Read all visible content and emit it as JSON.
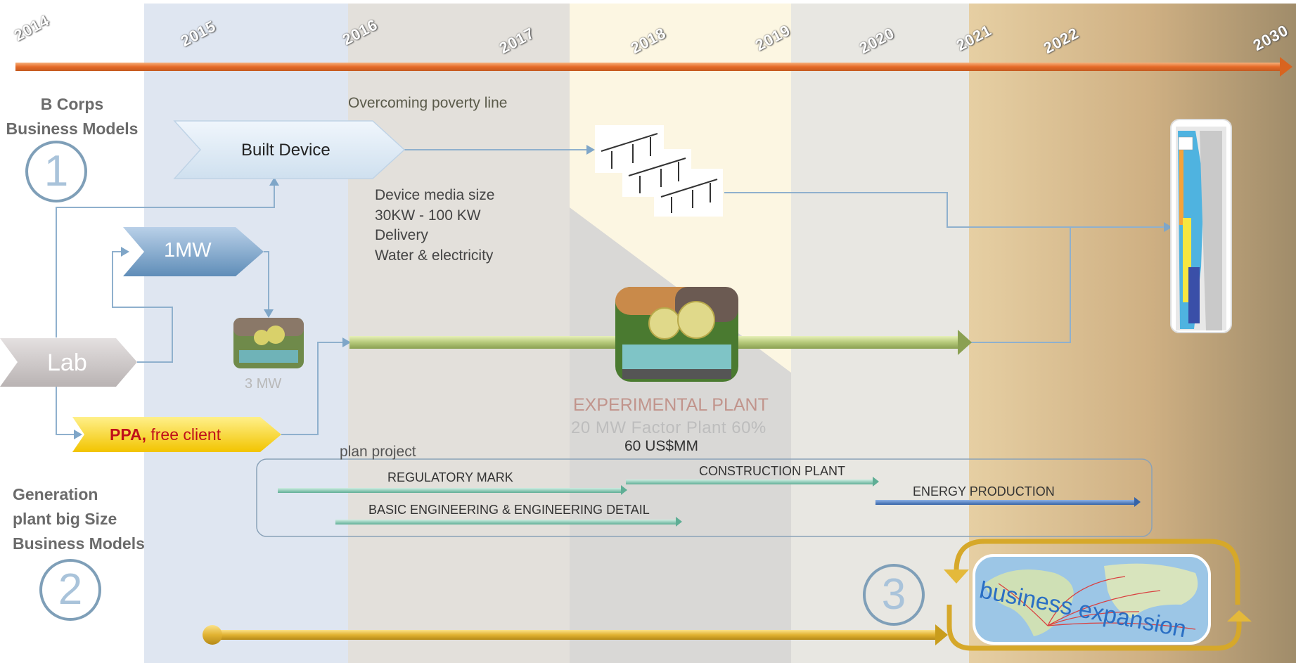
{
  "years": [
    "2014",
    "2015",
    "2016",
    "2017",
    "2018",
    "2019",
    "2020",
    "2021",
    "2022",
    "2030"
  ],
  "sections": {
    "b_corps": {
      "line1": "B Corps",
      "line2": "Business Models",
      "number": "1"
    },
    "generation": {
      "line1": "Generation",
      "line2": "plant big Size",
      "line3": "Business Models",
      "number": "2"
    },
    "expansion": {
      "number": "3",
      "label": "business expansion"
    }
  },
  "nodes": {
    "lab": "Lab",
    "one_mw": "1MW",
    "built_device": "Built Device",
    "ppa_bold": "PPA,",
    "ppa_rest": "free client",
    "three_mw": "3 MW"
  },
  "notes": {
    "poverty": "Overcoming poverty line",
    "device_lines": [
      "Device media size",
      "30KW - 100 KW",
      "Delivery",
      "Water & electricity"
    ],
    "experimental_title": "EXPERIMENTAL PLANT",
    "experimental_sub": "20 MW Factor Plant 60%",
    "experimental_cost": "60 US$MM",
    "plan_project": "plan project"
  },
  "tasks": {
    "regulatory": "REGULATORY  MARK",
    "construction": "CONSTRUCTION PLANT",
    "energy": "ENERGY PRODUCTION",
    "basic_eng": "BASIC ENGINEERING & ENGINEERING DETAIL"
  },
  "colors": {
    "timeline": "#e87a3c",
    "band_blue": "#dfe6f1",
    "band_grey": "#e2e0dc",
    "band_cream": "#fcf6e2",
    "band_tan": "#c8a878",
    "task_green": "#7fc9b3",
    "task_blue": "#4a7bc4",
    "gold": "#d8ac2a"
  }
}
